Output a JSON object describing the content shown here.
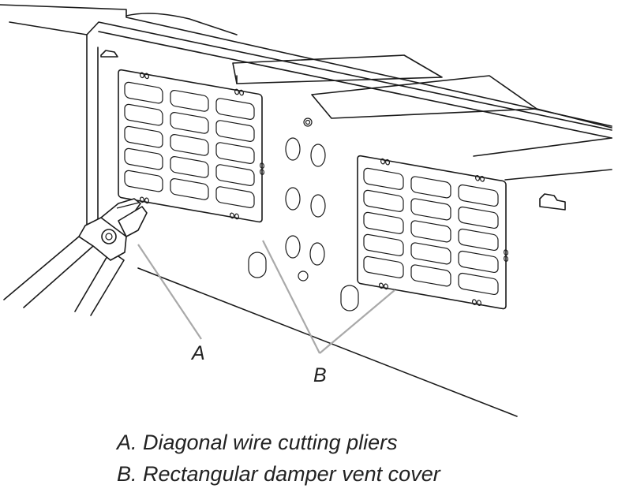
{
  "callouts": {
    "a": "A",
    "b": "B"
  },
  "legend": {
    "a": "A. Diagonal wire cutting pliers",
    "b": "B. Rectangular damper vent cover"
  }
}
